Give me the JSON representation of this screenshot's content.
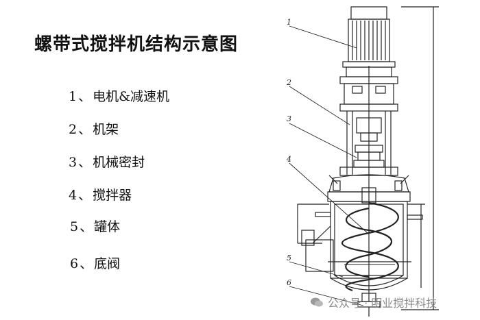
{
  "title": "螺带式搅拌机结构示意图",
  "legend": [
    {
      "num": "1",
      "sep": "、",
      "label": "电机&减速机"
    },
    {
      "num": "2",
      "sep": "、",
      "label": "机架"
    },
    {
      "num": "3",
      "sep": "、",
      "label": "机械密封"
    },
    {
      "num": "4",
      "sep": "、",
      "label": "搅拌器"
    },
    {
      "num": "5",
      "sep": "、",
      "label": "罐体"
    },
    {
      "num": "6",
      "sep": "、",
      "label": "底阀"
    }
  ],
  "callouts": [
    "1",
    "2",
    "3",
    "4",
    "5",
    "6"
  ],
  "watermark": "公众号 · 明业搅拌科技",
  "colors": {
    "line": "#222222",
    "watermark": "#8a8a8a"
  }
}
